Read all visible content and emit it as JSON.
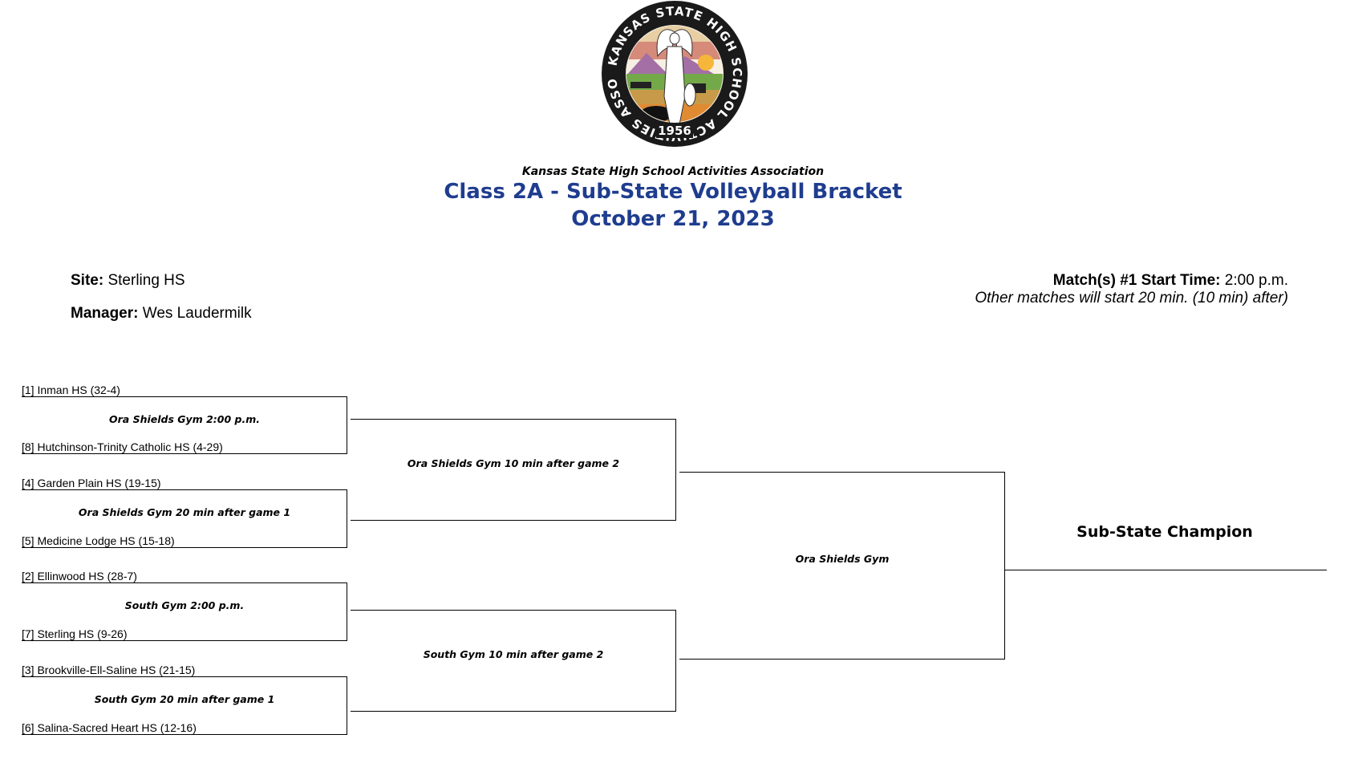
{
  "header": {
    "organization": "Kansas State High School Activities Association",
    "title": "Class 2A - Sub-State Volleyball Bracket",
    "date": "October 21, 2023"
  },
  "seal": {
    "ring_text": "KANSAS STATE HIGH SCHOOL ACTIVITIES ASSOCIATION, INC.",
    "year": "1956",
    "icon": "kshsaa-seal-icon"
  },
  "site": {
    "label": "Site:",
    "value": "Sterling HS"
  },
  "manager": {
    "label": "Manager:",
    "value": "Wes Laudermilk"
  },
  "start_time": {
    "label": "Match(s) #1 Start Time:",
    "value": "2:00 p.m."
  },
  "note": "Other matches will start 20 min. (10 min) after)",
  "teams": [
    "[1] Inman HS (32-4)",
    "[8] Hutchinson-Trinity Catholic HS (4-29)",
    "[4] Garden Plain HS (19-15)",
    "[5] Medicine Lodge HS (15-18)",
    "[2] Ellinwood HS (28-7)",
    "[7] Sterling HS (9-26)",
    "[3] Brookville-Ell-Saline HS (21-15)",
    "[6] Salina-Sacred Heart HS (12-16)"
  ],
  "round1": [
    "Ora Shields Gym 2:00 p.m.",
    "Ora Shields Gym 20 min after game 1",
    "South Gym 2:00 p.m.",
    "South Gym 20 min after game 1"
  ],
  "round2": [
    "Ora Shields Gym 10 min after game 2",
    "South Gym 10 min after game 2"
  ],
  "final": "Ora Shields Gym",
  "champion_label": "Sub-State Champion"
}
